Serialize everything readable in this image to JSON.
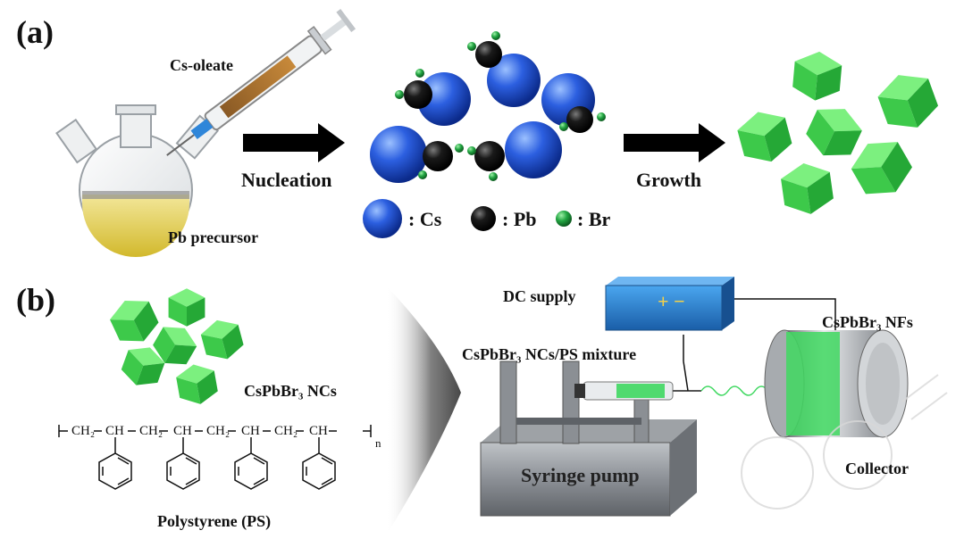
{
  "panel_a": {
    "label": "(a)",
    "cs_oleate": "Cs-oleate",
    "pb_precursor": "Pb precursor",
    "nucleation": "Nucleation",
    "growth": "Growth",
    "legend": [
      {
        "name": "Cs",
        "text": ": Cs",
        "color": "#1f4fd1"
      },
      {
        "name": "Pb",
        "text": ": Pb",
        "color": "#111111"
      },
      {
        "name": "Br",
        "text": ": Br",
        "color": "#1e8f3a"
      }
    ]
  },
  "panel_b": {
    "label": "(b)",
    "dc_supply": "DC supply",
    "plus_minus": "+ −",
    "nfs_label": "CsPbBr₃ NFs",
    "mixture_label": "CsPbBr₃ NCs/PS mixture",
    "ncs_label": "CsPbBr₃ NCs",
    "syringe_pump": "Syringe pump",
    "collector": "Collector",
    "polystyrene": "Polystyrene (PS)",
    "polymer_chain": [
      "CH₂",
      "CH",
      "CH₂",
      "CH",
      "CH₂",
      "CH",
      "CH₂",
      "CH"
    ],
    "repeat_index": "n"
  },
  "colors": {
    "nc_green": "#3fd860",
    "cs_blue": "#1f4fd1",
    "pb_black": "#111111",
    "br_green": "#1e8f3a",
    "dc_box": "#2a7fcf",
    "flask_liquid": "#e7d65a"
  }
}
